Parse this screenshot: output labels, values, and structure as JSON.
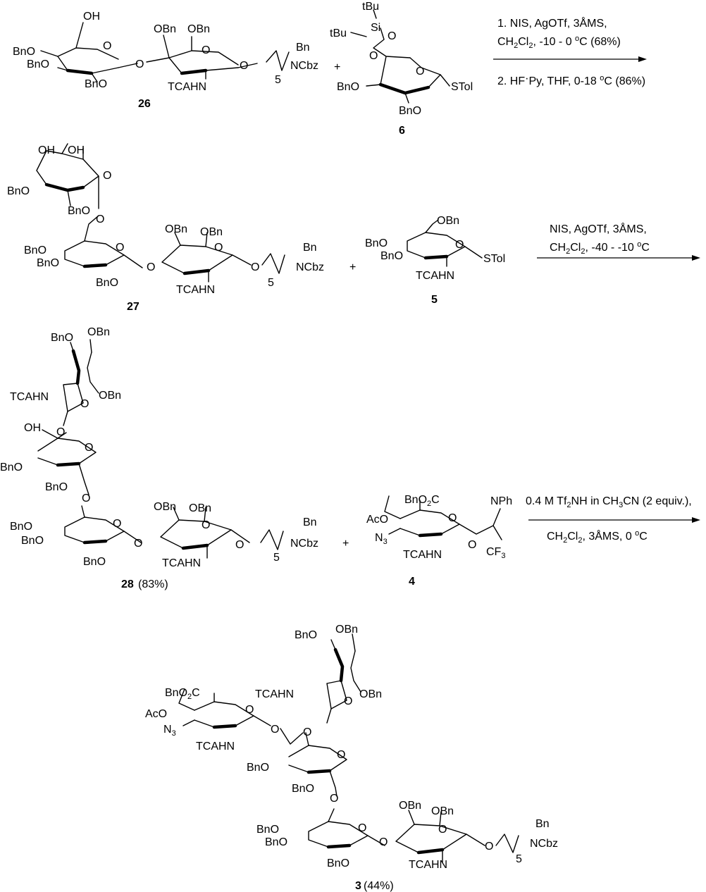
{
  "compounds": {
    "c26": {
      "label": "26"
    },
    "c6": {
      "label": "6"
    },
    "c27": {
      "label": "27"
    },
    "c5": {
      "label": "5"
    },
    "c28": {
      "label": "28",
      "yield": "(83%)"
    },
    "c4": {
      "label": "4"
    },
    "c3": {
      "label": "3",
      "yield": "(44%)"
    }
  },
  "plus": "+",
  "groups": {
    "OH": "OH",
    "OBn": "OBn",
    "BnO": "BnO",
    "TCAHN": "TCAHN",
    "Bn": "Bn",
    "NCbz": "NCbz",
    "O": "O",
    "sub5": "5",
    "STol": "STol",
    "Si": "Si",
    "tBu": "tBu",
    "AcO": "AcO",
    "N3": "N3",
    "NPh": "NPh",
    "CF3": "CF3",
    "BnO2C": "BnO2C"
  },
  "steps": {
    "step1": {
      "line1": "1.  NIS, AgOTf, 3ÅMS,",
      "line2": "CH2Cl2, -10 - 0 oC (68%)",
      "line3": "2.  HF·Py, THF, 0-18 oC (86%)"
    },
    "step2": {
      "line1": "NIS, AgOTf, 3ÅMS,",
      "line2": "CH2Cl2, -40 - -10 oC"
    },
    "step3": {
      "line1": "0.4 M Tf2NH in CH3CN (2 equiv.),",
      "line2": "CH2Cl2, 3ÅMS, 0 oC"
    }
  }
}
